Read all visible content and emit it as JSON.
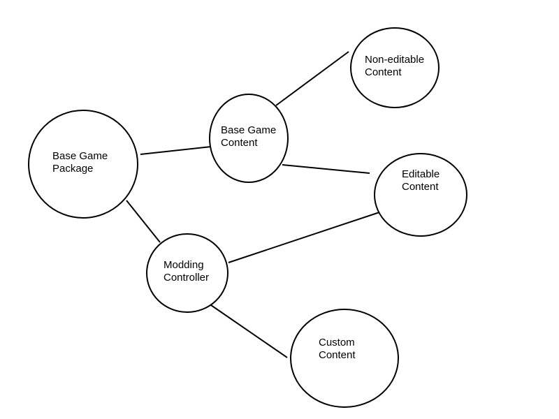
{
  "nodes": {
    "base_game_package": {
      "line1": "Base Game",
      "line2": "Package"
    },
    "base_game_content": {
      "line1": "Base Game",
      "line2": "Content"
    },
    "non_editable_content": {
      "line1": "Non-editable",
      "line2": "Content"
    },
    "editable_content": {
      "line1": "Editable",
      "line2": "Content"
    },
    "modding_controller": {
      "line1": "Modding",
      "line2": "Controller"
    },
    "custom_content": {
      "line1": "Custom",
      "line2": "Content"
    }
  },
  "edges": [
    {
      "from": "Base Game Package",
      "to": "Base Game Content"
    },
    {
      "from": "Base Game Content",
      "to": "Non-editable Content"
    },
    {
      "from": "Base Game Content",
      "to": "Editable Content"
    },
    {
      "from": "Base Game Package",
      "to": "Modding Controller"
    },
    {
      "from": "Modding Controller",
      "to": "Editable Content"
    },
    {
      "from": "Modding Controller",
      "to": "Custom Content"
    }
  ],
  "colors": {
    "stroke": "#000000",
    "background": "#ffffff",
    "text": "#000000"
  }
}
